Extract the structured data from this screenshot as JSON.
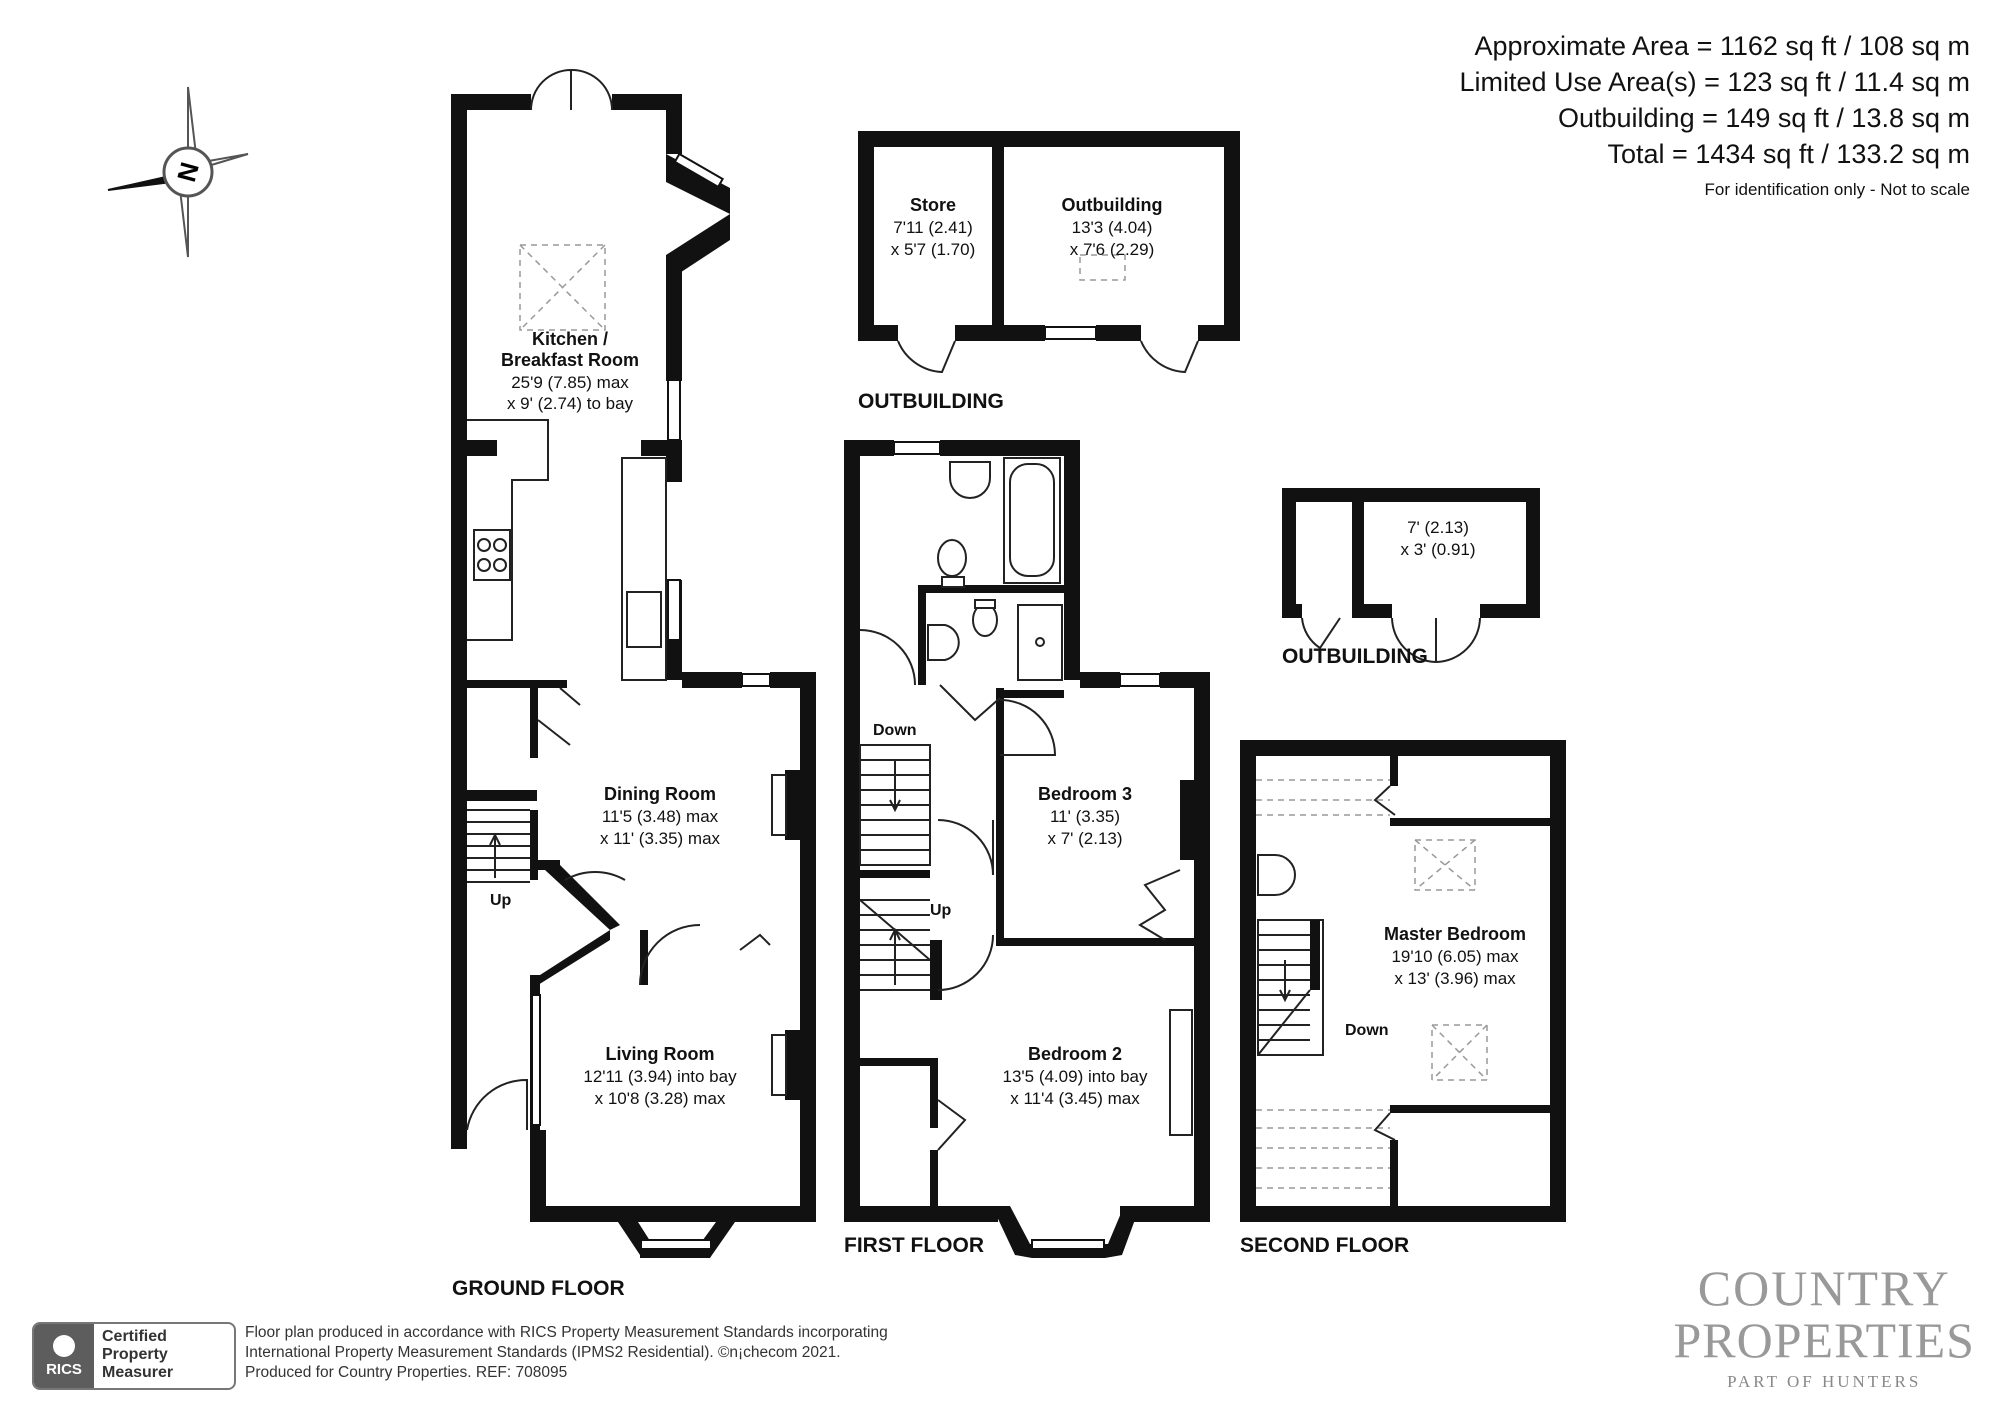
{
  "summary": {
    "approx_area": "Approximate Area = 1162 sq ft / 108 sq m",
    "limited_use": "Limited Use Area(s) = 123 sq ft / 11.4 sq m",
    "outbuilding": "Outbuilding = 149 sq ft / 13.8 sq m",
    "total": "Total = 1434 sq ft / 133.2 sq m",
    "note": "For identification only - Not to scale"
  },
  "compass": {
    "letter": "N",
    "icon": "compass-rose-icon"
  },
  "floors": {
    "ground": "GROUND FLOOR",
    "first": "FIRST FLOOR",
    "second": "SECOND FLOOR",
    "outbuilding_main": "OUTBUILDING",
    "outbuilding_small": "OUTBUILDING"
  },
  "rooms": {
    "kitchen": {
      "name1": "Kitchen /",
      "name2": "Breakfast Room",
      "dim1": "25'9 (7.85) max",
      "dim2": "x 9' (2.74) to bay"
    },
    "dining": {
      "name": "Dining Room",
      "dim1": "11'5 (3.48) max",
      "dim2": "x 11' (3.35) max"
    },
    "living": {
      "name": "Living Room",
      "dim1": "12'11 (3.94) into bay",
      "dim2": "x 10'8 (3.28) max"
    },
    "store": {
      "name": "Store",
      "dim1": "7'11 (2.41)",
      "dim2": "x 5'7 (1.70)"
    },
    "outbuilding": {
      "name": "Outbuilding",
      "dim1": "13'3 (4.04)",
      "dim2": "x 7'6 (2.29)"
    },
    "small_outbuilding": {
      "dim1": "7' (2.13)",
      "dim2": "x 3' (0.91)"
    },
    "bedroom3": {
      "name": "Bedroom 3",
      "dim1": "11' (3.35)",
      "dim2": "x 7' (2.13)"
    },
    "bedroom2": {
      "name": "Bedroom 2",
      "dim1": "13'5 (4.09) into bay",
      "dim2": "x 11'4 (3.45) max"
    },
    "master": {
      "name": "Master Bedroom",
      "dim1": "19'10 (6.05) max",
      "dim2": "x 13' (3.96) max"
    }
  },
  "stairs": {
    "ground_up": "Up",
    "first_down": "Down",
    "first_up": "Up",
    "second_down": "Down"
  },
  "footer": {
    "line1": "Floor plan produced in accordance with RICS Property Measurement Standards incorporating",
    "line2": "International Property Measurement Standards (IPMS2 Residential).  ©n¡checom 2021.",
    "line3": "Produced for Country Properties.   REF: 708095",
    "rics_logo": "RICS",
    "rics_cert1": "Certified",
    "rics_cert2": "Property",
    "rics_cert3": "Measurer"
  },
  "brand": {
    "line1": "COUNTRY",
    "line2": "PROPERTIES",
    "line3": "PART OF HUNTERS"
  }
}
